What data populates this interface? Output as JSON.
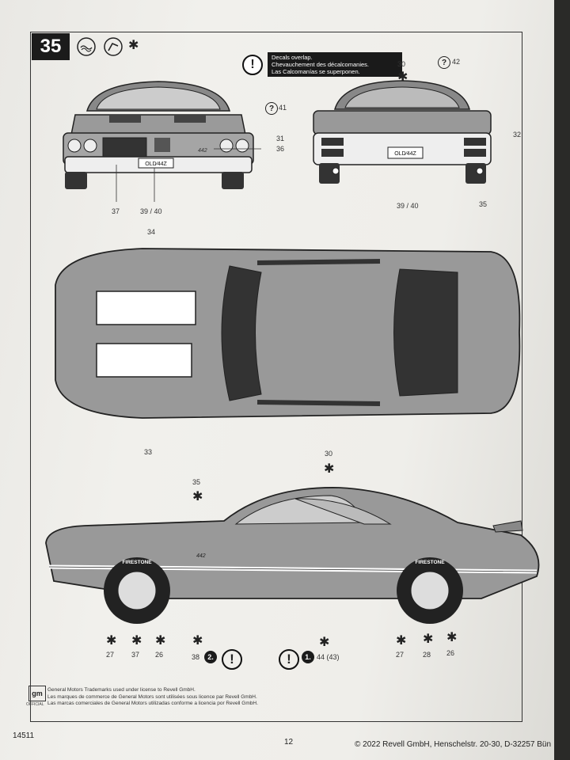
{
  "step": "35",
  "warning": {
    "symbol": "!",
    "lines": [
      "Decals overlap.",
      "Chevauchement des décalcomanies.",
      "Las Calcomanías se superponen."
    ]
  },
  "front_view": {
    "plate": "OLD⁄44Z",
    "labels": [
      "37",
      "39 / 40",
      "36"
    ]
  },
  "rear_view": {
    "plate": "OLD⁄44Z",
    "labels": [
      "30",
      "41",
      "42",
      "31",
      "32",
      "39 / 40",
      "35"
    ],
    "question_mark": "?"
  },
  "top_view": {
    "labels": [
      "34",
      "33"
    ]
  },
  "side_view": {
    "top_labels": [
      "35",
      "30"
    ],
    "bottom_labels": [
      "27",
      "37",
      "26",
      "38",
      "44 (43)",
      "27",
      "28",
      "26"
    ],
    "seq": [
      "2.",
      "1."
    ],
    "tire_text": "FIRESTONE",
    "badge": "442"
  },
  "footer": {
    "logo": "gm",
    "logo_sub": "OFFICIAL",
    "lines": [
      "General Motors Trademarks used under license to Revell GmbH.",
      "Les marques de commerce de General Motors sont utilisées sous licence par Revell GmbH.",
      "Las marcas comerciales de General Motors utilizadas conforme a licencia por Revell GmbH."
    ]
  },
  "kit_number": "14511",
  "page_number": "12",
  "copyright": "© 2022 Revell GmbH, Henschelstr. 20-30, D-32257 Bün"
}
